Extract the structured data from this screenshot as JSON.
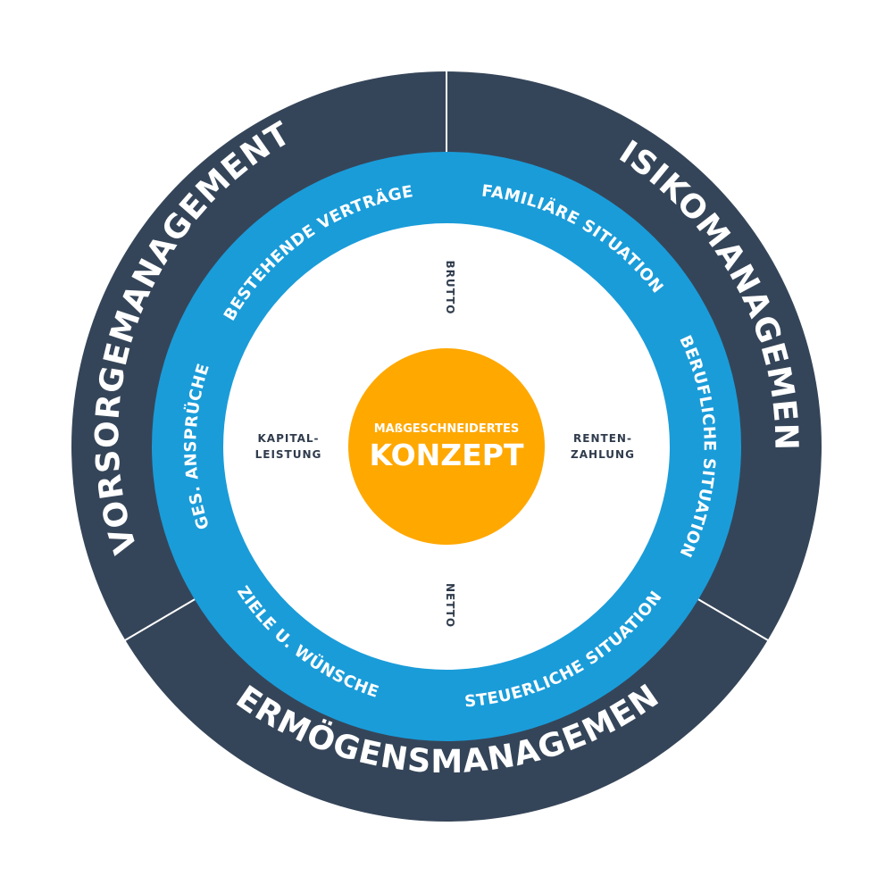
{
  "colors": {
    "outer_ring": "#354559",
    "outer_ring_light": "#3a4a5e",
    "middle_ring": "#1a9cd9",
    "inner_circle": "#ffffff",
    "center": "#ffa800",
    "text_dark": "#2f3b4c"
  },
  "outer": {
    "left": "VORSORGEMANAGEMENT",
    "right": "RISIKOMANAGEMENT",
    "bottom": "VERMÖGENSMANAGEMENT"
  },
  "middle": {
    "top_left": "BESTEHENDE VERTRÄGE",
    "top_right": "FAMILIÄRE SITUATION",
    "right": "BERUFLICHE SITUATION",
    "bottom_right": "STEUERLICHE SITUATION",
    "bottom_left": "ZIELE U. WÜNSCHE",
    "left": "GES. ANSPRÜCHE"
  },
  "inner": {
    "top": "BRUTTO",
    "bottom": "NETTO",
    "left_line1": "KAPITAL-",
    "left_line2": "LEISTUNG",
    "right_line1": "RENTEN-",
    "right_line2": "ZAHLUNG"
  },
  "center": {
    "line1": "MAßGESCHNEIDERTES",
    "line2": "KONZEPT"
  }
}
